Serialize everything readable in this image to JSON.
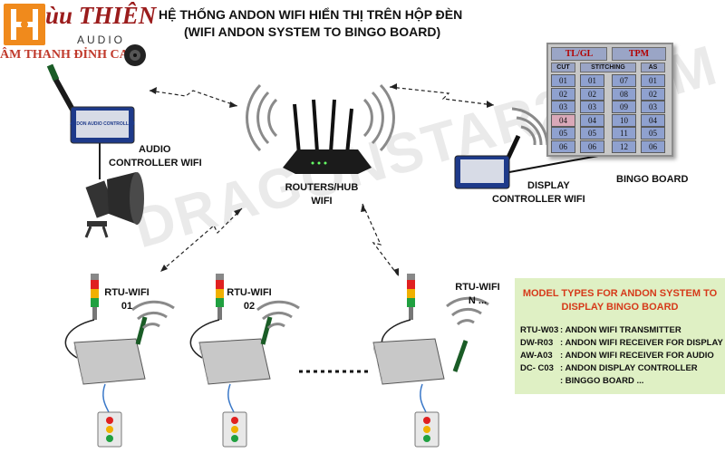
{
  "header": {
    "title_vi": "HỆ THỐNG ANDON WIFI HIỂN THỊ TRÊN HỘP ĐÈN",
    "title_en": "(WIFI ANDON SYSTEM TO BINGO BOARD)"
  },
  "logo": {
    "brand": "ùu THIÊN",
    "sub": "AUDIO",
    "tagline": "ÂM THANH ĐỈNH CAO"
  },
  "watermark": "DRAGONSTAR2.COM",
  "nodes": {
    "audio_controller": {
      "line1": "AUDIO",
      "line2": "CONTROLLER WIFI",
      "device_text": "ANDON AUDIO CONTROLLER"
    },
    "router": {
      "line1": "ROUTERS/HUB",
      "line2": "WIFI"
    },
    "display_controller": {
      "line1": "DISPLAY",
      "line2": "CONTROLLER WIFI"
    },
    "bingo_board": {
      "label": "BINGO BOARD"
    },
    "rtu1": {
      "line1": "RTU-WIFI",
      "line2": "01"
    },
    "rtu2": {
      "line1": "RTU-WIFI",
      "line2": "02"
    },
    "rtun": {
      "line1": "RTU-WIFI",
      "line2": "N ..."
    }
  },
  "bingo": {
    "headers": [
      "TL/GL",
      "TPM"
    ],
    "columns": [
      "CUT",
      "STITCHING",
      "AS"
    ],
    "rows": [
      [
        "01",
        "01",
        "07",
        "01"
      ],
      [
        "02",
        "02",
        "08",
        "02"
      ],
      [
        "03",
        "03",
        "09",
        "03"
      ],
      [
        "04",
        "04",
        "10",
        "04"
      ],
      [
        "05",
        "05",
        "11",
        "05"
      ],
      [
        "06",
        "06",
        "12",
        "06"
      ]
    ],
    "highlight": "04"
  },
  "models": {
    "title_line1": "MODEL TYPES FOR ANDON SYSTEM TO",
    "title_line2": "DISPLAY BINGO BOARD",
    "items": [
      {
        "code": "RTU-W03",
        "desc": ": ANDON WIFI TRANSMITTER"
      },
      {
        "code": "DW-R03",
        "desc": ": ANDON WIFI RECEIVER FOR DISPLAY"
      },
      {
        "code": "AW-A03",
        "desc": ": ANDON WIFI RECEIVER FOR AUDIO"
      },
      {
        "code": "DC- C03",
        "desc": ": ANDON DISPLAY CONTROLLER"
      },
      {
        "code": "",
        "desc": ": BINGGO BOARD ..."
      }
    ]
  },
  "colors": {
    "logo_red": "#9b1c1c",
    "logo_tag": "#c0392b",
    "model_box": "#dff0c4",
    "model_title": "#d63a1a",
    "bingo_cell": "#8fa1cf",
    "bingo_header_text": "#b30000",
    "device_body": "#c8c8c8",
    "antenna": "#1a5c26"
  },
  "icons": [
    "wifi-waves-icon",
    "router-icon",
    "horn-speaker-icon",
    "tower-light-icon",
    "push-button-box-icon",
    "controller-box-icon"
  ]
}
